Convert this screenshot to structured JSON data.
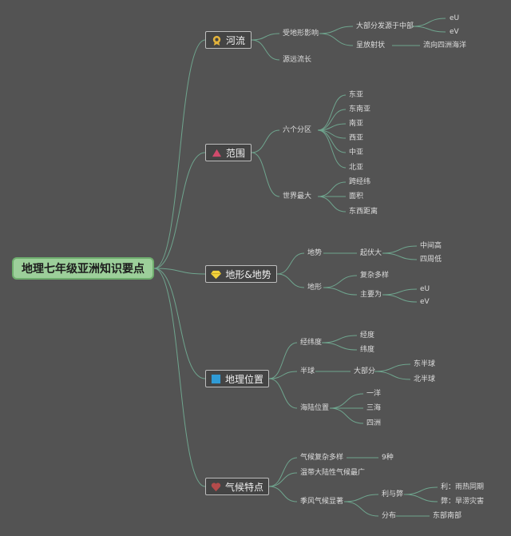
{
  "root": "地理七年级亚洲知识要点",
  "topics": [
    {
      "label": "河流",
      "icon": "medal-icon",
      "icon_color": "#e3b33b"
    },
    {
      "label": "范围",
      "icon": "triangle-icon",
      "icon_color": "#d14b6c"
    },
    {
      "label": "地形&地势",
      "icon": "diamond-icon",
      "icon_color": "#f2d23c"
    },
    {
      "label": "地理位置",
      "icon": "square-icon",
      "icon_color": "#2f9bd6"
    },
    {
      "label": "气候特点",
      "icon": "heart-icon",
      "icon_color": "#b44b4b"
    }
  ],
  "nodes": {
    "river": {
      "terrain": "受地形影响",
      "origin": "大部分发源于中部",
      "ou1": "eU",
      "ev1": "eV",
      "radial": "呈放射状",
      "flow": "流向四洲海洋",
      "long": "源远流长"
    },
    "scope": {
      "six": "六个分区",
      "east": "东亚",
      "southeast": "东南亚",
      "south": "南亚",
      "west": "西亚",
      "central": "中亚",
      "north": "北亚",
      "largest": "世界最大",
      "span": "跨经纬",
      "area": "面积",
      "ew": "东西距离"
    },
    "landform": {
      "relief": "地势",
      "varied": "起伏大",
      "high": "中间高",
      "low": "四周低",
      "shape": "地形",
      "complex": "复杂多样",
      "main": "主要为",
      "ou2": "eU",
      "ev2": "eV"
    },
    "location": {
      "latlon": "经纬度",
      "lon": "经度",
      "lat": "纬度",
      "hemi": "半球",
      "most": "大部分",
      "easth": "东半球",
      "northh": "北半球",
      "sealand": "海陆位置",
      "oceans": "一洋",
      "seas": "三海",
      "continents": "四洲"
    },
    "climate": {
      "complex": "气候复杂多样",
      "nine": "9种",
      "temperate": "温带大陆性气候最广",
      "monsoon": "季风气候显著",
      "proscons": "利与弊",
      "pro": "利：雨热同期",
      "con": "弊：旱涝灾害",
      "dist": "分布",
      "eastsouth": "东部南部"
    }
  }
}
